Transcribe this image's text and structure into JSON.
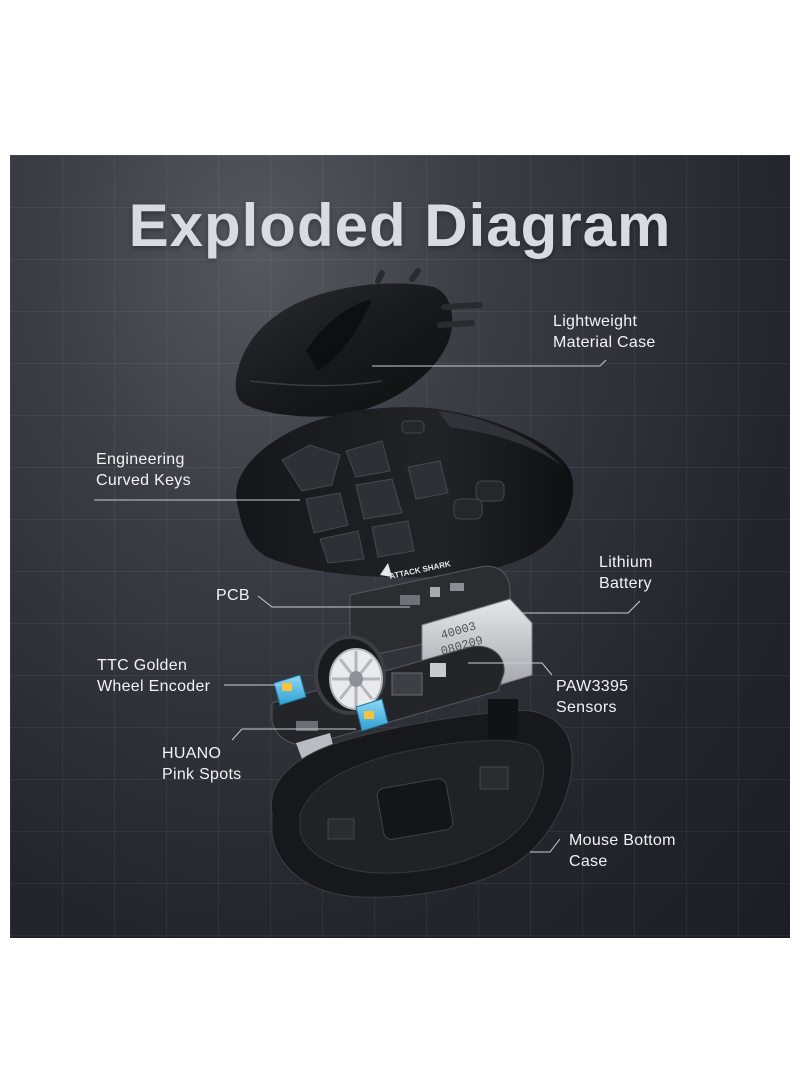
{
  "title": "Exploded Diagram",
  "brand_mark": "ATTACK SHARK",
  "battery_marking": [
    "40003",
    "080209"
  ],
  "colors": {
    "background": "#2a2d34",
    "title": "#d8dbe2",
    "label_text": "#f2f3f5",
    "leader_line": "#c9ccd3",
    "shell": "#1c1d20",
    "pcb": "#2b2d30",
    "switch_blue": "#4fb9e8"
  },
  "labels": {
    "case": [
      "Lightweight",
      "Material Case"
    ],
    "keys": [
      "Engineering",
      "Curved Keys"
    ],
    "battery": [
      "Lithium",
      "Battery"
    ],
    "pcb": [
      "PCB"
    ],
    "encoder": [
      "TTC Golden",
      "Wheel Encoder"
    ],
    "sensor": [
      "PAW3395",
      "Sensors"
    ],
    "switches": [
      "HUANO",
      "Pink Spots"
    ],
    "bottom": [
      "Mouse Bottom",
      "Case"
    ]
  }
}
